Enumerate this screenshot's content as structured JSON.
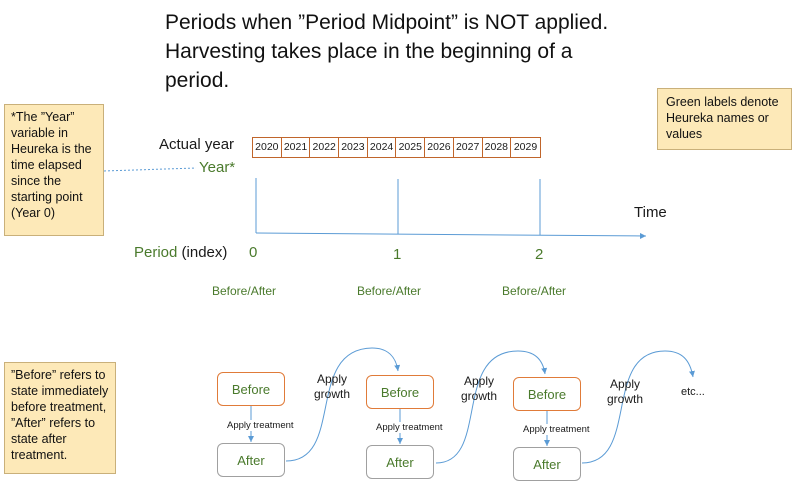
{
  "title": {
    "line1": "Periods when ”Period Midpoint” is NOT applied.",
    "line2": "Harvesting takes place in the beginning of a",
    "line3": "period."
  },
  "notes": {
    "year_note": "*The ”Year” variable in Heureka is the time elapsed since the starting point (Year 0)",
    "green_note": "Green labels denote Heureka names or values",
    "before_note": "”Before” refers to state immediately before treatment, ”After” refers to state after treatment."
  },
  "timeline": {
    "actual_year_label": "Actual year",
    "year_label": "Year*",
    "years": [
      "2020",
      "2021",
      "2022",
      "2023",
      "2024",
      "2025",
      "2026",
      "2027",
      "2028",
      "2029"
    ],
    "time_label": "Time",
    "period_label_green": "Period",
    "period_label_rest": " (index)",
    "periods": [
      "0",
      "1",
      "2"
    ],
    "before_after": [
      "Before/After",
      "Before/After",
      "Before/After"
    ]
  },
  "flow": {
    "before_label": "Before",
    "after_label": "After",
    "apply_treatment": "Apply treatment",
    "apply_growth_line1": "Apply",
    "apply_growth_line2": "growth",
    "etc": "etc..."
  },
  "colors": {
    "green": "#4a7a2c",
    "orange": "#e07b39",
    "blue": "#5b9bd5",
    "note_bg": "#fde9b8"
  }
}
